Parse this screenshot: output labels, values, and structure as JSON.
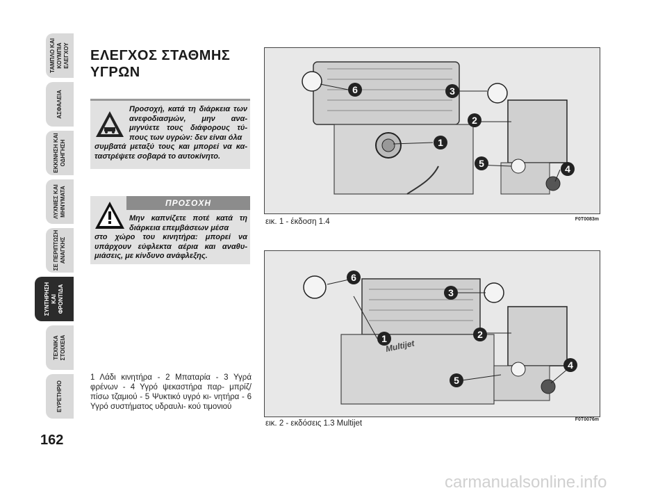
{
  "sidebar": {
    "tabs": [
      {
        "label": "ΤΑΜΠΛΟ ΚΑΙ\nΚΟΥΜΠΙΑ\nΕΛΕΓΧΟΥ"
      },
      {
        "label": "ΑΣΦΑΛΕΙΑ"
      },
      {
        "label": "ΕΚΚΙΝΗΣΗ ΚΑΙ\nΟΔΗΓΗΣΗ"
      },
      {
        "label": "ΛΥΧΝΙΕΣ ΚΑΙ\nΜΗΝΥΜΑΤΑ"
      },
      {
        "label": "ΣΕ ΠΕΡΙΠΤΩΣΗ\nΑΝΑΓΚΗΣ"
      },
      {
        "label": "ΣΥΝΤΗΡΗΣΗ ΚΑΙ\nΦΡΟΝΤΙΔΑ"
      },
      {
        "label": "ΤΕΧΝΙΚΑ\nΣΤΟΙΧΕΙΑ"
      },
      {
        "label": "ΕΥΡΕΤΗΡΙΟ"
      }
    ],
    "active_index": 5
  },
  "page_number": "162",
  "title": "ΕΛΕΓΧΟΣ ΣΤΑΘΜΗΣ ΥΓΡΩΝ",
  "caution1": {
    "icon": "car-fluids-warning-icon",
    "indented_text": "Προσοχή, κατά τη διάρκεια των ανεφοδιασμών, μην ανα- μιγνύετε τους διάφορους τύ- πους των υγρών: δεν είναι όλα",
    "text": "συμβατά μεταξύ τους και μπορεί να κα- ταστρέψετε σοβαρά το αυτοκίνητο."
  },
  "caution2": {
    "header": "ΠΡΟΣΟΧΗ",
    "icon": "exclamation-triangle-icon",
    "indented_text": "Μην καπνίζετε ποτέ κατά τη διάρκεια επεμβάσεων μέσα",
    "text": "στο χώρο του κινητήρα: μπορεί να υπάρχουν εύφλεκτα αέρια και αναθυ- μιάσεις, με κίνδυνο ανάφλεξης."
  },
  "legend": "1 Λάδι κινητήρα - 2 Μπαταρία - 3 Υγρά φρένων - 4 Υγρό ψεκαστήρα παρ- μπρίζ/πίσω τζαμιού - 5 Ψυκτικό υγρό κι- νητήρα - 6 Υγρό συστήματος υδραυλι- κού τιμονιού",
  "figures": [
    {
      "caption": "εικ. 1 - έκδοση 1.4",
      "code": "F0T0083m",
      "callouts": [
        "1",
        "2",
        "3",
        "4",
        "5",
        "6"
      ]
    },
    {
      "caption": "εικ. 2 - εκδόσεις 1.3 Multijet",
      "code": "F0T0076m",
      "callouts": [
        "1",
        "2",
        "3",
        "4",
        "5",
        "6"
      ],
      "engine_text": "Multijet"
    }
  ],
  "watermark": "carmanualsonline.info",
  "colors": {
    "tab_inactive": "#d9d9d9",
    "tab_active": "#2b2b2b",
    "box_bg": "#e1e1e1",
    "box_header": "#8c8c8c"
  }
}
